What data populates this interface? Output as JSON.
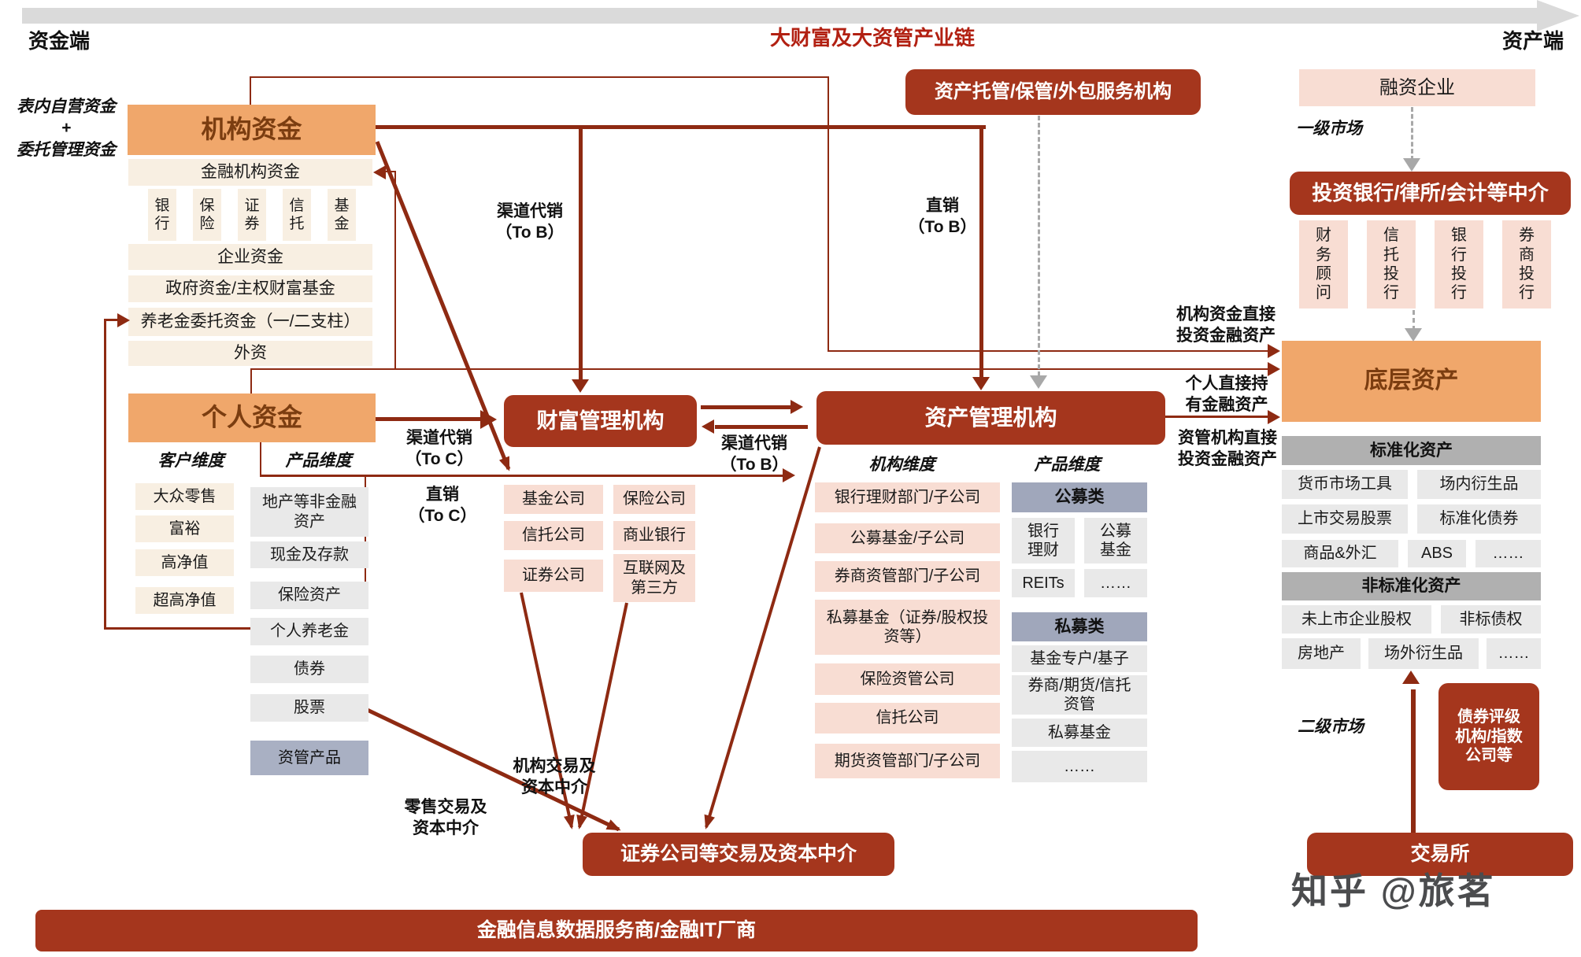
{
  "header": {
    "left": "资金端",
    "title": "大财富及大资管产业链",
    "right": "资产端"
  },
  "left": {
    "note": "表内自营资金\n+\n委托管理资金",
    "inst_title": "机构资金",
    "fin_funds": "金融机构资金",
    "fin_types": [
      "银行",
      "保险",
      "证券",
      "信托",
      "基金"
    ],
    "items": [
      "企业资金",
      "政府资金/主权财富基金",
      "养老金委托资金（一/二支柱）",
      "外资"
    ],
    "personal_title": "个人资金",
    "client_dim": "客户维度",
    "product_dim": "产品维度",
    "clients": [
      "大众零售",
      "富裕",
      "高净值",
      "超高净值"
    ],
    "products": [
      "地产等非金融资产",
      "现金及存款",
      "保险资产",
      "个人养老金",
      "债券",
      "股票",
      "资管产品"
    ]
  },
  "flows": {
    "channel_tob": "渠道代销\n（To B）",
    "direct_tob": "直销\n（To B）",
    "channel_toc": "渠道代销\n（To C）",
    "direct_toc": "直销\n（To C）",
    "channel_tob_mid": "渠道代销\n（To B）",
    "inst_direct": "机构资金直接\n投资金融资产",
    "personal_direct": "个人直接持\n有金融资产",
    "am_direct": "资管机构直接\n投资金融资产",
    "retail_trade": "零售交易及\n资本中介",
    "inst_trade": "机构交易及\n资本中介",
    "primary": "一级市场",
    "secondary": "二级市场"
  },
  "wealth": {
    "title": "财富管理机构",
    "items": [
      "基金公司",
      "保险公司",
      "信托公司",
      "商业银行",
      "证券公司",
      "互联网及第三方"
    ]
  },
  "custody": "资产托管/保管/外包服务机构",
  "am": {
    "title": "资产管理机构",
    "inst_dim": "机构维度",
    "prod_dim": "产品维度",
    "institutions": [
      "银行理财部门/子公司",
      "公募基金/子公司",
      "券商资管部门/子公司",
      "私募基金（证券/股权投资等）",
      "保险资管公司",
      "信托公司",
      "期货资管部门/子公司"
    ],
    "public_hdr": "公募类",
    "public": [
      "银行理财",
      "公募基金",
      "REITs",
      "……"
    ],
    "private_hdr": "私募类",
    "private": [
      "基金专户/基子",
      "券商/期货/信托资管",
      "私募基金",
      "……"
    ]
  },
  "asset": {
    "financing": "融资企业",
    "bank_mid": "投资银行/律所/会计等中介",
    "bank_types": [
      "财务顾问",
      "信托投行",
      "银行投行",
      "券商投行"
    ],
    "underlying": "底层资产",
    "std_hdr": "标准化资产",
    "std": [
      "货币市场工具",
      "场内衍生品",
      "上市交易股票",
      "标准化债券",
      "商品&外汇",
      "ABS",
      "……"
    ],
    "nstd_hdr": "非标准化资产",
    "nstd": [
      "未上市企业股权",
      "非标债权",
      "房地产",
      "场外衍生品",
      "……"
    ],
    "rating": "债券评级机构/指数公司等"
  },
  "bottom": {
    "broker": "证券公司等交易及资本中介",
    "exchange": "交易所",
    "it": "金融信息数据服务商/金融IT厂商"
  },
  "watermark": "知乎 @旅茗",
  "colors": {
    "dark_red": "#A5361D",
    "orange": "#F0A76B",
    "pink": "#F8DDD3",
    "cream": "#F8EFE2",
    "gray_header": "#B0B0B0",
    "blue_gray": "#A0A7BB",
    "arrow": "#8E2A12",
    "title_red": "#B22012"
  }
}
